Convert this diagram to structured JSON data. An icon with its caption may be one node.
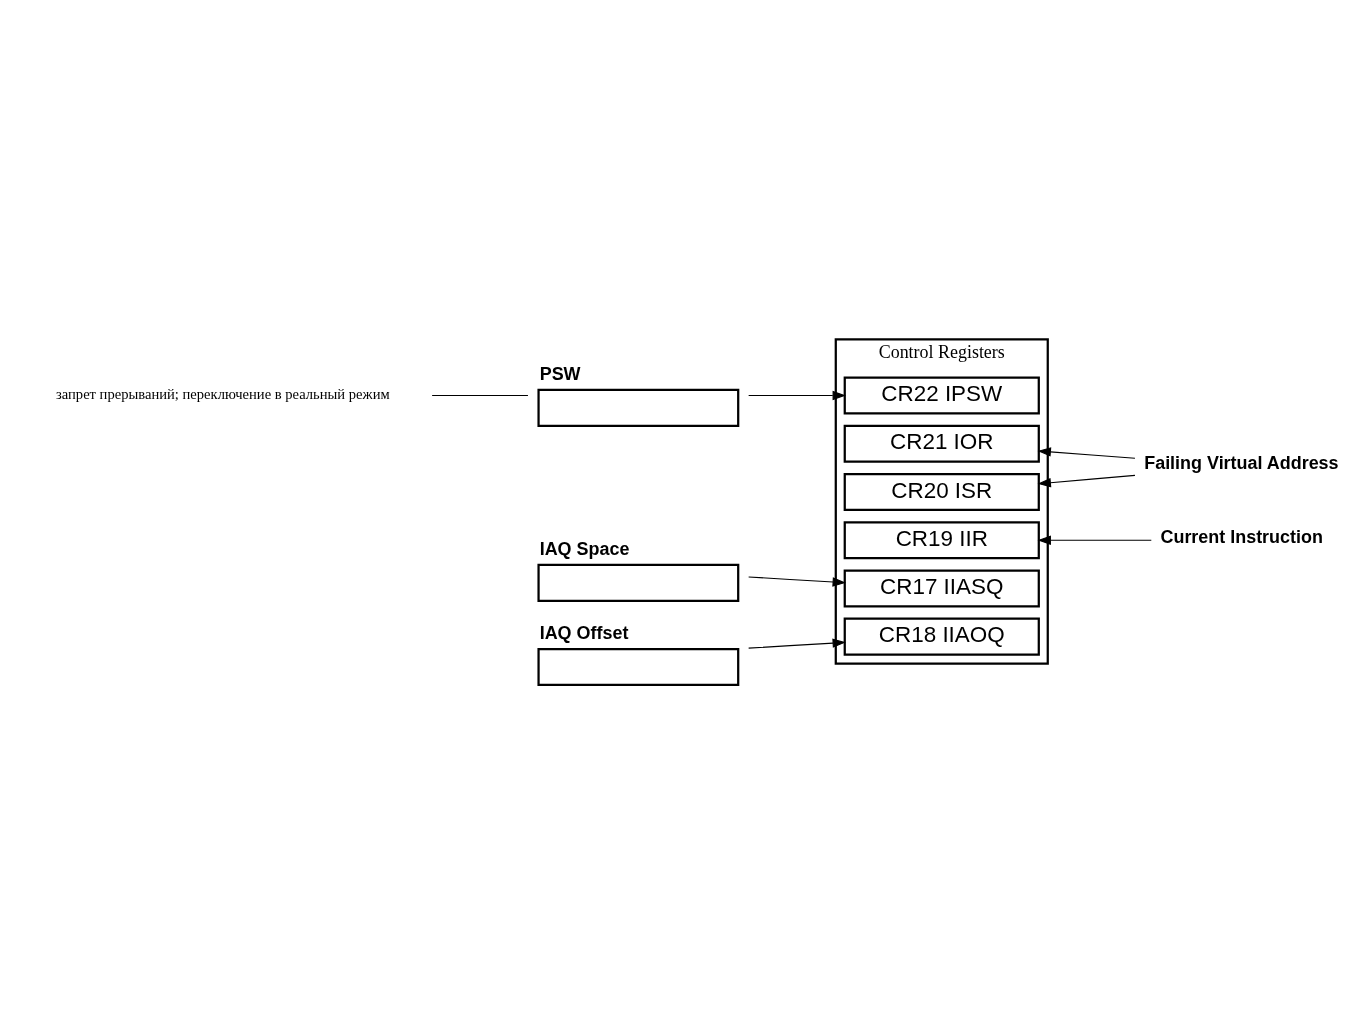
{
  "diagram": {
    "nodes": [
      {
        "text": [
          "Control Registers"
        ]
      },
      {
        "text": [
          "CR17 IIASQ"
        ],
        "in": 0
      },
      {
        "text": [
          "CR18 IIAOQ"
        ],
        "in": 0
      },
      {
        "text": [
          "CR19 IIR"
        ],
        "in": 0
      },
      {
        "text": [
          "CR20 ISR"
        ],
        "in": 0
      },
      {
        "text": [
          "CR21 IOR"
        ],
        "in": 0
      },
      {
        "text": [
          "CR22 IPSW"
        ],
        "in": 0
      },
      {
        "text": [
          "IAQ Space"
        ]
      },
      {
        "text": [
          "IAQ Offset"
        ]
      },
      {
        "text": [
          "PSW"
        ]
      },
      {
        "text": [
          "Current Instruction"
        ]
      },
      {
        "text": [
          "Failing Virtual Address"
        ]
      },
      {
        "text": [
          "запрет прерываний; переключение в реальный режим"
        ]
      }
    ],
    "edges": [
      {
        "from": 7,
        "to": 1,
        "arrow": "to"
      },
      {
        "from": 8,
        "to": 2,
        "arrow": "to"
      },
      {
        "from": 10,
        "to": 3,
        "arrow": "to"
      },
      {
        "from": 11,
        "to": 4,
        "arrow": "to"
      },
      {
        "from": 11,
        "to": 5,
        "arrow": "to"
      },
      {
        "from": 9,
        "to": 6,
        "arrow": "to"
      },
      {
        "from": 12,
        "to": 9,
        "arrow": "none"
      }
    ]
  }
}
